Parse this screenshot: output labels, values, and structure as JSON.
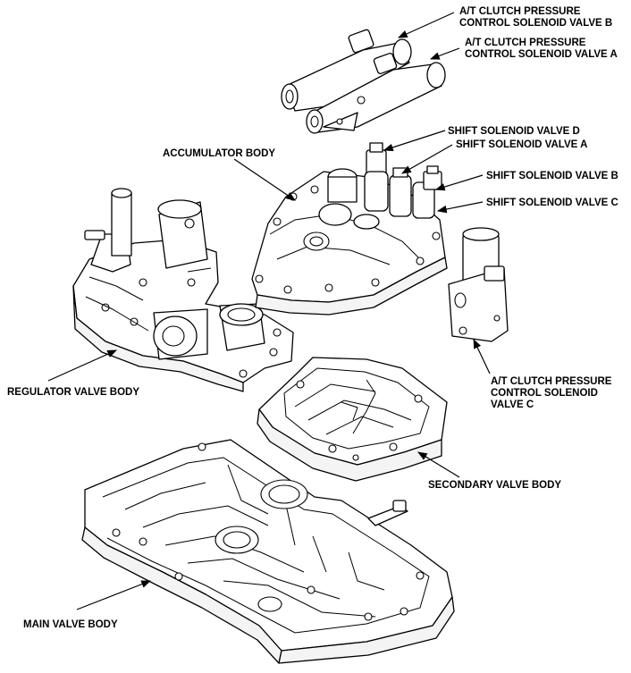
{
  "labels": {
    "ap_valve_b": [
      "A/T CLUTCH PRESSURE",
      "CONTROL SOLENOID VALVE B"
    ],
    "ap_valve_a": [
      "A/T CLUTCH PRESSURE",
      "CONTROL SOLENOID VALVE A"
    ],
    "shift_d": "SHIFT SOLENOID VALVE D",
    "shift_a": "SHIFT SOLENOID VALVE A",
    "shift_b": "SHIFT SOLENOID VALVE B",
    "shift_c": "SHIFT SOLENOID VALVE C",
    "accumulator": "ACCUMULATOR BODY",
    "ap_valve_c": [
      "A/T CLUTCH PRESSURE",
      "CONTROL SOLENOID",
      "VALVE C"
    ],
    "regulator": "REGULATOR VALVE BODY",
    "secondary": "SECONDARY VALVE BODY",
    "main": "MAIN VALVE BODY"
  }
}
